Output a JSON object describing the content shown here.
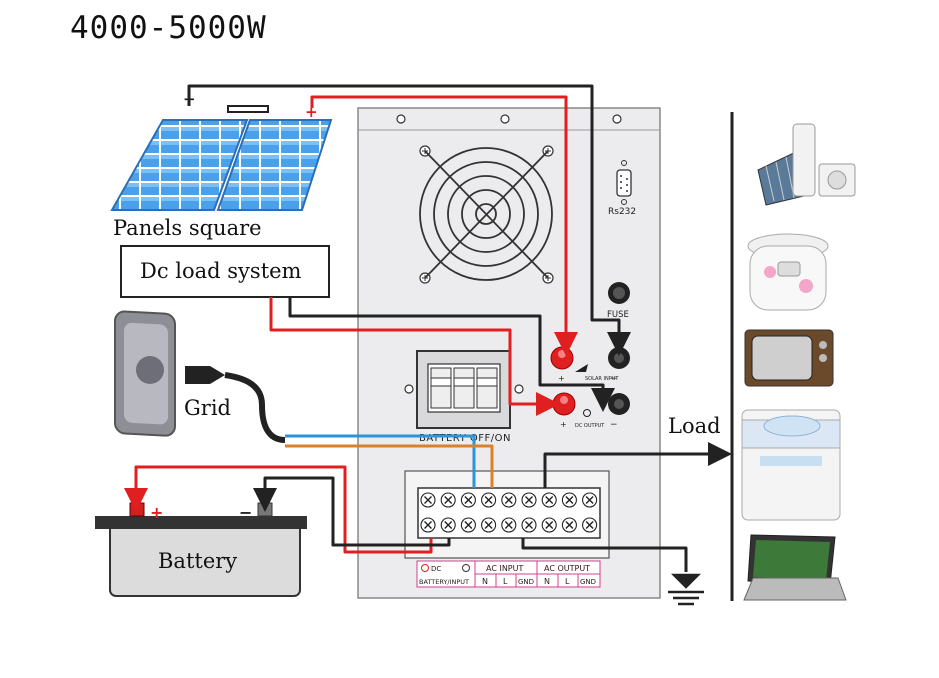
{
  "title": "4000-5000W",
  "labels": {
    "panels": "Panels square",
    "dc_load": "Dc load system",
    "grid": "Grid",
    "battery": "Battery",
    "load": "Load",
    "rs232": "Rs232",
    "fuse": "FUSE",
    "solar_input": "SOLAR INPUT",
    "dc_output": "DC OUTPUT",
    "battery_switch": "BATTERY OFF/ON",
    "dc": "DC",
    "battery_input": "BATTERY/INPUT",
    "ac_input": "AC INPUT",
    "ac_output": "AC OUTPUT",
    "n": "N",
    "l": "L",
    "gnd": "GND",
    "plus": "+",
    "minus": "−"
  },
  "colors": {
    "positive": "#e02020",
    "negative": "#222222",
    "live": "#2a95d8",
    "neutral": "#d9822b",
    "panel": "#3b8fe0",
    "inverter": "#ececee"
  },
  "loads": [
    "solar-heater-ac-icon",
    "rice-cooker-icon",
    "tv-icon",
    "washing-machine-icon",
    "laptop-icon"
  ]
}
